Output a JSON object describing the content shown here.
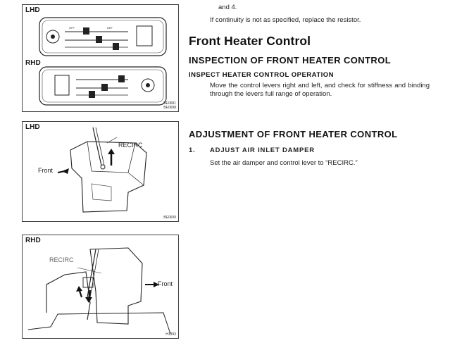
{
  "figures": {
    "fig1": {
      "lhd_label": "LHD",
      "rhd_label": "RHD",
      "code_line1": "BE0681",
      "code_line2": "BE0698"
    },
    "fig2": {
      "label": "LHD",
      "recirc_label": "RECIRC",
      "front_label": "Front",
      "code": "BE0699"
    },
    "fig3": {
      "label": "RHD",
      "recirc_label": "RECIRC",
      "front_label": "Front",
      "code": "H1393"
    }
  },
  "text": {
    "top_fragment": "and 4.",
    "continuity_note": "If continuity is not as specified, replace the resistor.",
    "section_title": "Front Heater Control",
    "inspection_heading": "INSPECTION OF FRONT HEATER CONTROL",
    "inspect_subheading": "INSPECT HEATER CONTROL OPERATION",
    "inspect_body": "Move the control levers right and left, and check for stiffness and binding through the levers full range of operation.",
    "adjustment_heading": "ADJUSTMENT OF FRONT HEATER CONTROL",
    "step_number": "1.",
    "step_title": "ADJUST AIR INLET DAMPER",
    "step_body": "Set the air damper and control lever to “RECIRC.”"
  }
}
